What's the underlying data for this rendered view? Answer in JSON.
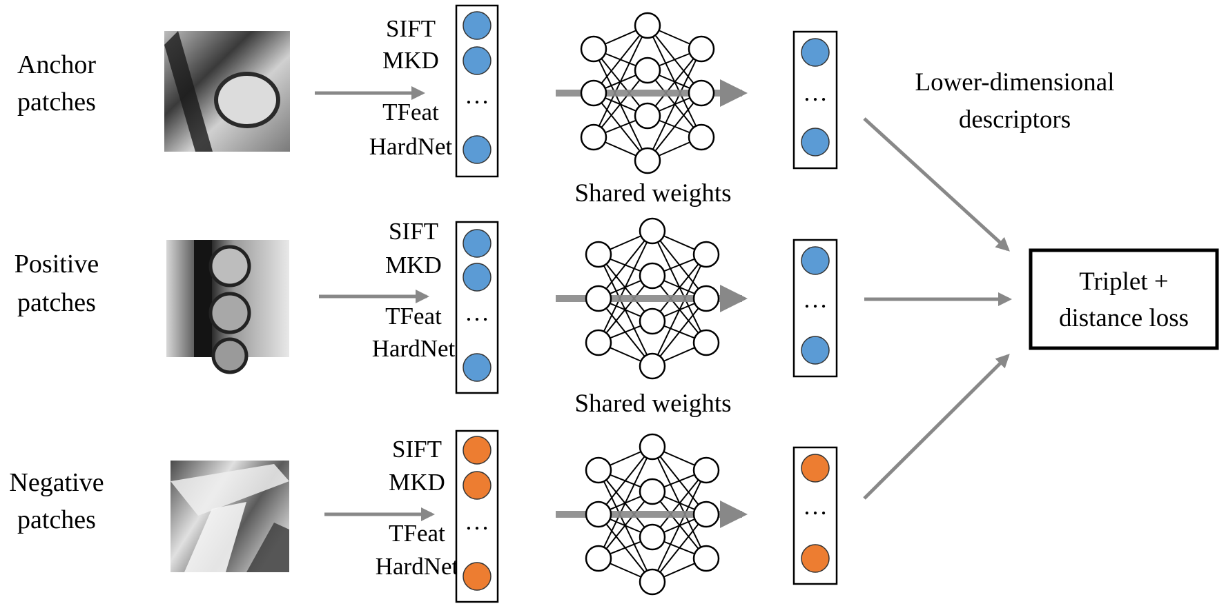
{
  "rows": [
    {
      "id": "anchor",
      "label_lines": [
        "Anchor",
        "patches"
      ],
      "methods": [
        "SIFT",
        "MKD",
        "TFeat",
        "HardNet"
      ],
      "descriptor_color": "#5b9bd5"
    },
    {
      "id": "positive",
      "label_lines": [
        "Positive",
        "patches"
      ],
      "methods": [
        "SIFT",
        "MKD",
        "TFeat",
        "HardNet"
      ],
      "descriptor_color": "#5b9bd5"
    },
    {
      "id": "negative",
      "label_lines": [
        "Negative",
        "patches"
      ],
      "methods": [
        "SIFT",
        "MKD",
        "TFeat",
        "HardNet"
      ],
      "descriptor_color": "#ed7d31"
    }
  ],
  "ellipsis": "…",
  "shared_weights_label": "Shared weights",
  "lower_dim_label": [
    "Lower-dimensional",
    "descriptors"
  ],
  "loss_box_lines": [
    "Triplet +",
    "distance loss"
  ],
  "colors": {
    "arrow": "#888888",
    "anchor_positive": "#5b9bd5",
    "negative": "#ed7d31",
    "node_fill": "#ffffff",
    "stroke": "#000000"
  },
  "icons": {
    "patch": "grayscale-image-patch",
    "network": "neural-network-icon"
  }
}
